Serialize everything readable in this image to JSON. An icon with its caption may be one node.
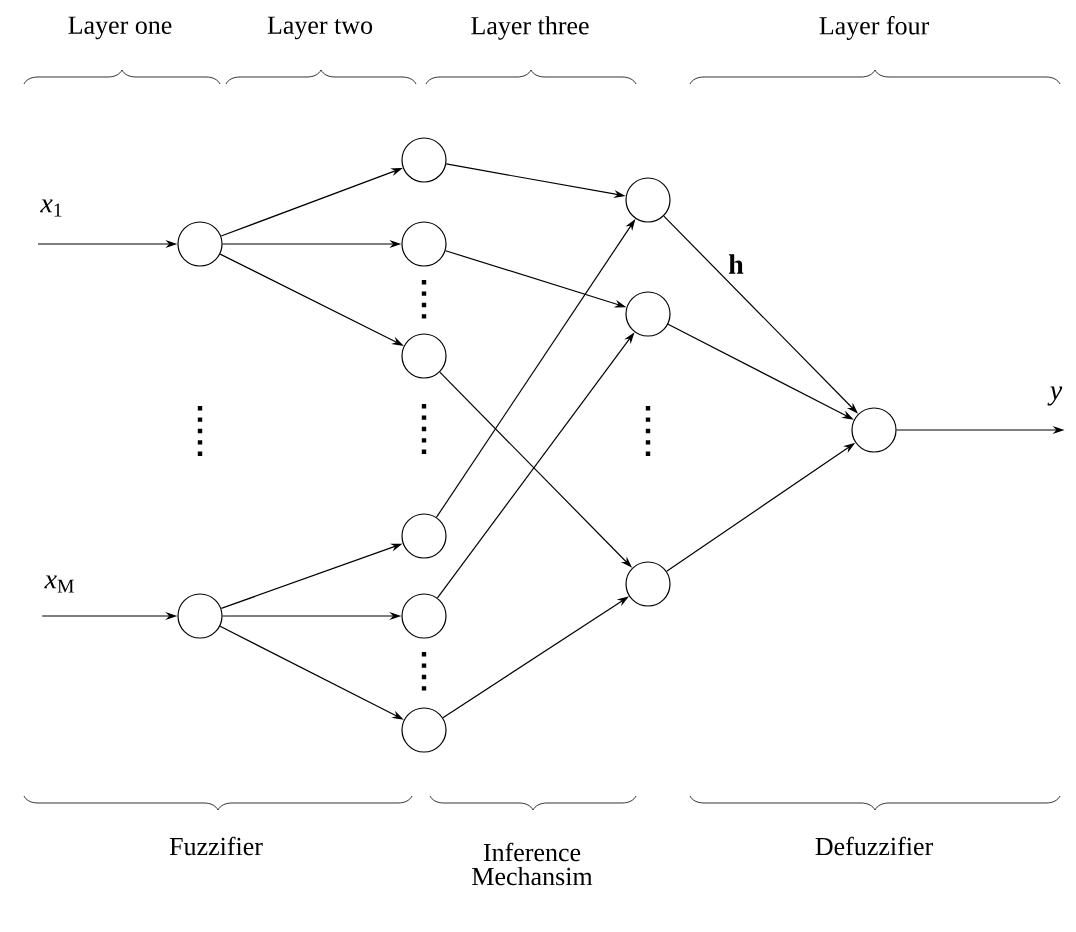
{
  "diagram": {
    "nodes": [
      {
        "text": [],
        "shape": "circle"
      },
      {
        "text": [],
        "shape": "circle"
      },
      {
        "text": [],
        "shape": "circle"
      },
      {
        "text": [],
        "shape": "circle"
      },
      {
        "text": [],
        "shape": "circle"
      },
      {
        "text": [],
        "shape": "circle"
      },
      {
        "text": [],
        "shape": "circle"
      },
      {
        "text": [],
        "shape": "circle"
      },
      {
        "text": [],
        "shape": "circle"
      },
      {
        "text": [],
        "shape": "circle"
      },
      {
        "text": [],
        "shape": "circle"
      },
      {
        "text": [],
        "shape": "circle"
      },
      {
        "text": [
          "*x*$_{1}$"
        ]
      },
      {
        "text": [
          "*x*$_{M}$"
        ]
      },
      {
        "text": [
          "*y*"
        ]
      }
    ],
    "edges": [
      {
        "from": 12,
        "to": 0,
        "arrow": "to"
      },
      {
        "from": 13,
        "to": 1,
        "arrow": "to"
      },
      {
        "from": 0,
        "to": 2,
        "arrow": "to"
      },
      {
        "from": 0,
        "to": 3,
        "arrow": "to"
      },
      {
        "from": 0,
        "to": 4,
        "arrow": "to"
      },
      {
        "from": 1,
        "to": 5,
        "arrow": "to"
      },
      {
        "from": 1,
        "to": 6,
        "arrow": "to"
      },
      {
        "from": 1,
        "to": 7,
        "arrow": "to"
      },
      {
        "from": 2,
        "to": 8,
        "arrow": "to"
      },
      {
        "from": 3,
        "to": 9,
        "arrow": "to"
      },
      {
        "from": 4,
        "to": 10,
        "arrow": "to"
      },
      {
        "from": 5,
        "to": 8,
        "arrow": "to"
      },
      {
        "from": 6,
        "to": 9,
        "arrow": "to"
      },
      {
        "from": 7,
        "to": 10,
        "arrow": "to"
      },
      {
        "from": 8,
        "to": 11,
        "arrow": "to"
      },
      {
        "from": 9,
        "to": 11,
        "arrow": "to"
      },
      {
        "from": 10,
        "to": 11,
        "arrow": "to"
      },
      {
        "from": 11,
        "to": 14,
        "arrow": "to"
      }
    ],
    "labels": [
      "Layer one",
      "Layer two",
      "Layer three",
      "Layer four",
      "h",
      "Fuzzifier",
      "Inference Mechansim",
      "Defuzzifier"
    ]
  }
}
